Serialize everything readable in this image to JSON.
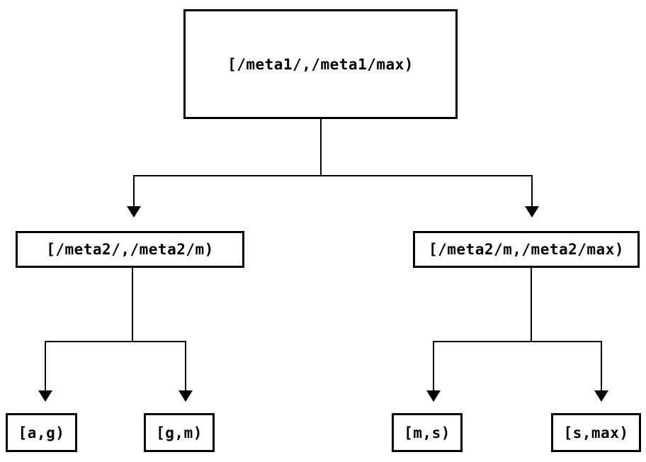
{
  "diagram": {
    "type": "tree",
    "colors": {
      "line": "#000000",
      "text": "#000000",
      "background": "#ffffff"
    },
    "nodes": {
      "root": {
        "label": "[/meta1/,/meta1/max)"
      },
      "meta2_low": {
        "label": "[/meta2/,/meta2/m)"
      },
      "meta2_high": {
        "label": "[/meta2/m,/meta2/max)"
      },
      "leaf_ag": {
        "label": "[a,g)"
      },
      "leaf_gm": {
        "label": "[g,m)"
      },
      "leaf_ms": {
        "label": "[m,s)"
      },
      "leaf_smax": {
        "label": "[s,max)"
      }
    },
    "edges": [
      {
        "from": "root",
        "to": "meta2_low"
      },
      {
        "from": "root",
        "to": "meta2_high"
      },
      {
        "from": "meta2_low",
        "to": "leaf_ag"
      },
      {
        "from": "meta2_low",
        "to": "leaf_gm"
      },
      {
        "from": "meta2_high",
        "to": "leaf_ms"
      },
      {
        "from": "meta2_high",
        "to": "leaf_smax"
      }
    ]
  }
}
